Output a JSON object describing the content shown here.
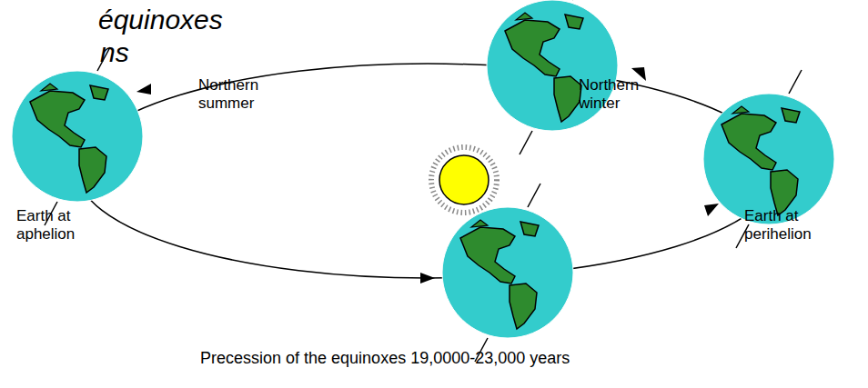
{
  "diagram": {
    "labels": [
      "équinoxes",
      "ns",
      "Northern summer",
      "Northern winter",
      "Earth at aphelion",
      "Earth at perihelion",
      "Precession of the equinoxes 19,0000-23,000 years"
    ]
  }
}
